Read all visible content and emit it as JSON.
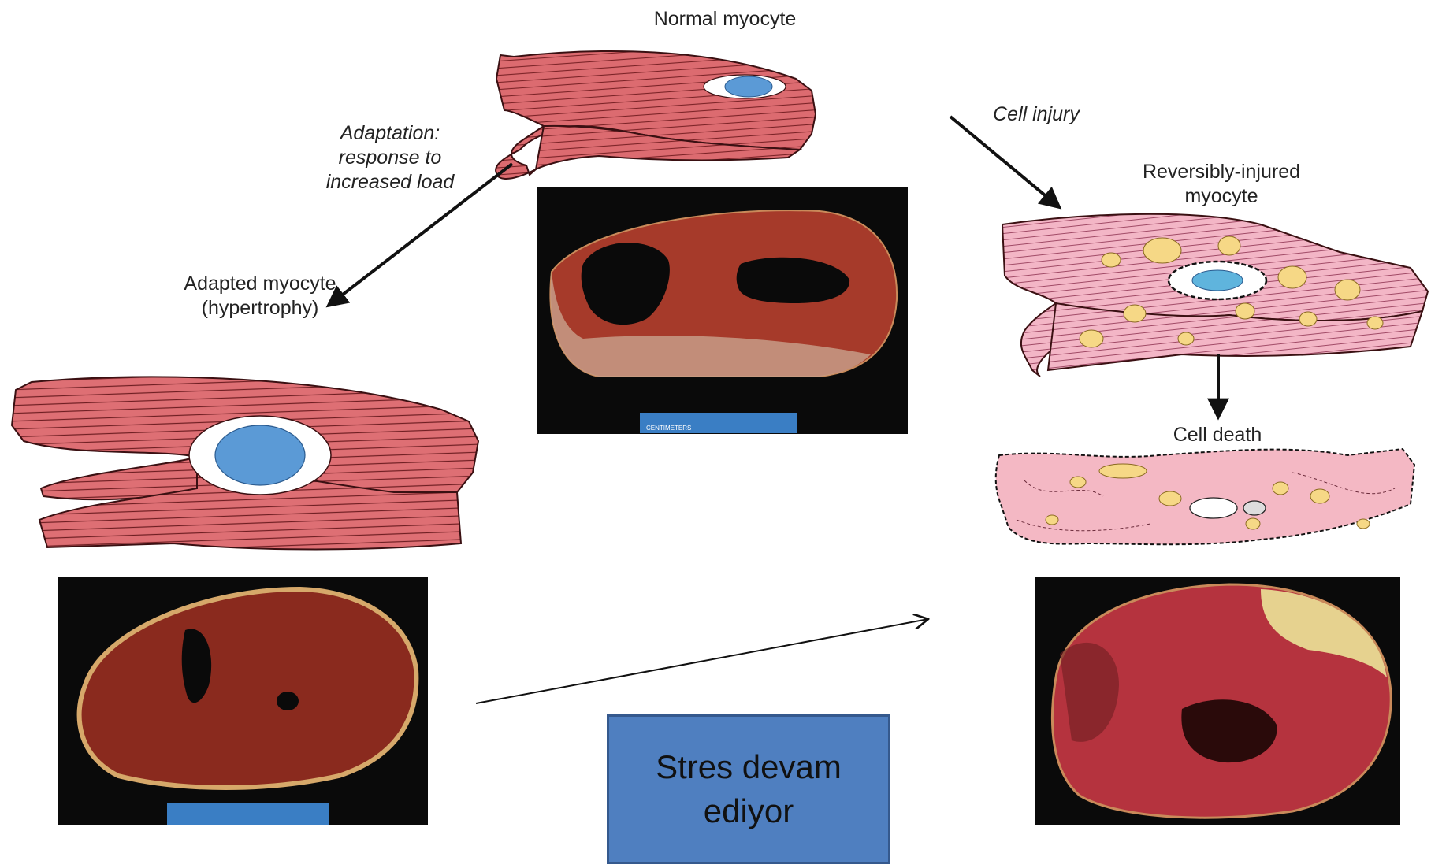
{
  "labels": {
    "normal_myocyte": "Normal myocyte",
    "adaptation": "Adaptation: response to increased load",
    "cell_injury": "Cell injury",
    "adapted_myocyte": "Adapted myocyte (hypertrophy)",
    "reversibly_injured": "Reversibly-injured myocyte",
    "cell_death": "Cell death"
  },
  "callout": {
    "text": "Stres devam ediyor"
  },
  "ruler_labels": {
    "normal": "CENTIMETERS"
  },
  "colors": {
    "muscle_fill": "#d9666a",
    "muscle_stripe": "#8a2a2e",
    "nucleus": "#5b9ad6",
    "fat_droplet": "#f6d886",
    "dead_cell_fill": "#f4b8c4",
    "photo_background": "#0a0a0a",
    "heart_tissue": "#a63a2a",
    "callout_fill": "#4f7fc0"
  }
}
